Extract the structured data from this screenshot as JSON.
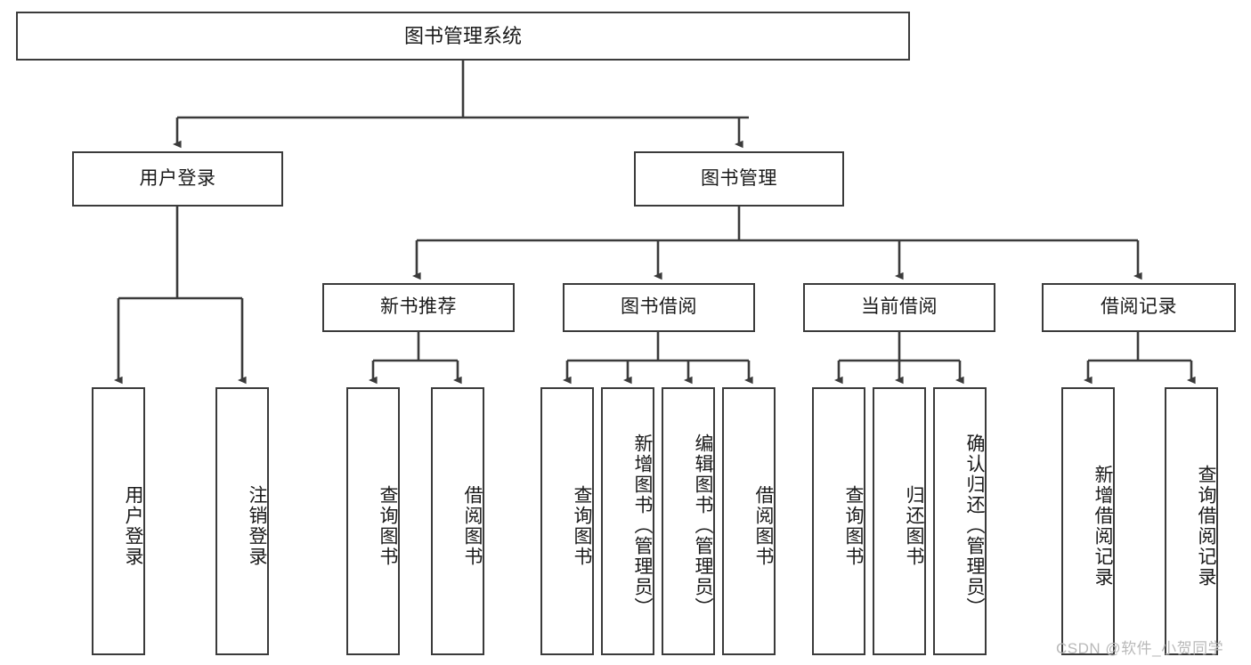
{
  "diagram": {
    "title": "图书管理系统",
    "type": "tree",
    "root": {
      "label": "图书管理系统"
    },
    "level2": [
      {
        "label": "用户登录"
      },
      {
        "label": "图书管理"
      }
    ],
    "level3": [
      {
        "label": "新书推荐"
      },
      {
        "label": "图书借阅"
      },
      {
        "label": "当前借阅"
      },
      {
        "label": "借阅记录"
      }
    ],
    "leaves": {
      "user_login": [
        {
          "label": "用户登录"
        },
        {
          "label": "注销登录"
        }
      ],
      "new_book_recommend": [
        {
          "label": "查询图书"
        },
        {
          "label": "借阅图书"
        }
      ],
      "book_borrow": [
        {
          "label": "查询图书"
        },
        {
          "label": "新增图书（管理员）"
        },
        {
          "label": "编辑图书（管理员）"
        },
        {
          "label": "借阅图书"
        }
      ],
      "current_borrow": [
        {
          "label": "查询图书"
        },
        {
          "label": "归还图书"
        },
        {
          "label": "确认归还（管理员）"
        }
      ],
      "borrow_record": [
        {
          "label": "新增借阅记录"
        },
        {
          "label": "查询借阅记录"
        }
      ]
    }
  },
  "watermark": {
    "text": "CSDN @软件_小贺同学"
  },
  "colors": {
    "stroke": "#3b3b3b",
    "text": "#1a1a1a",
    "background": "#ffffff",
    "watermark": "#b9b9b9"
  }
}
